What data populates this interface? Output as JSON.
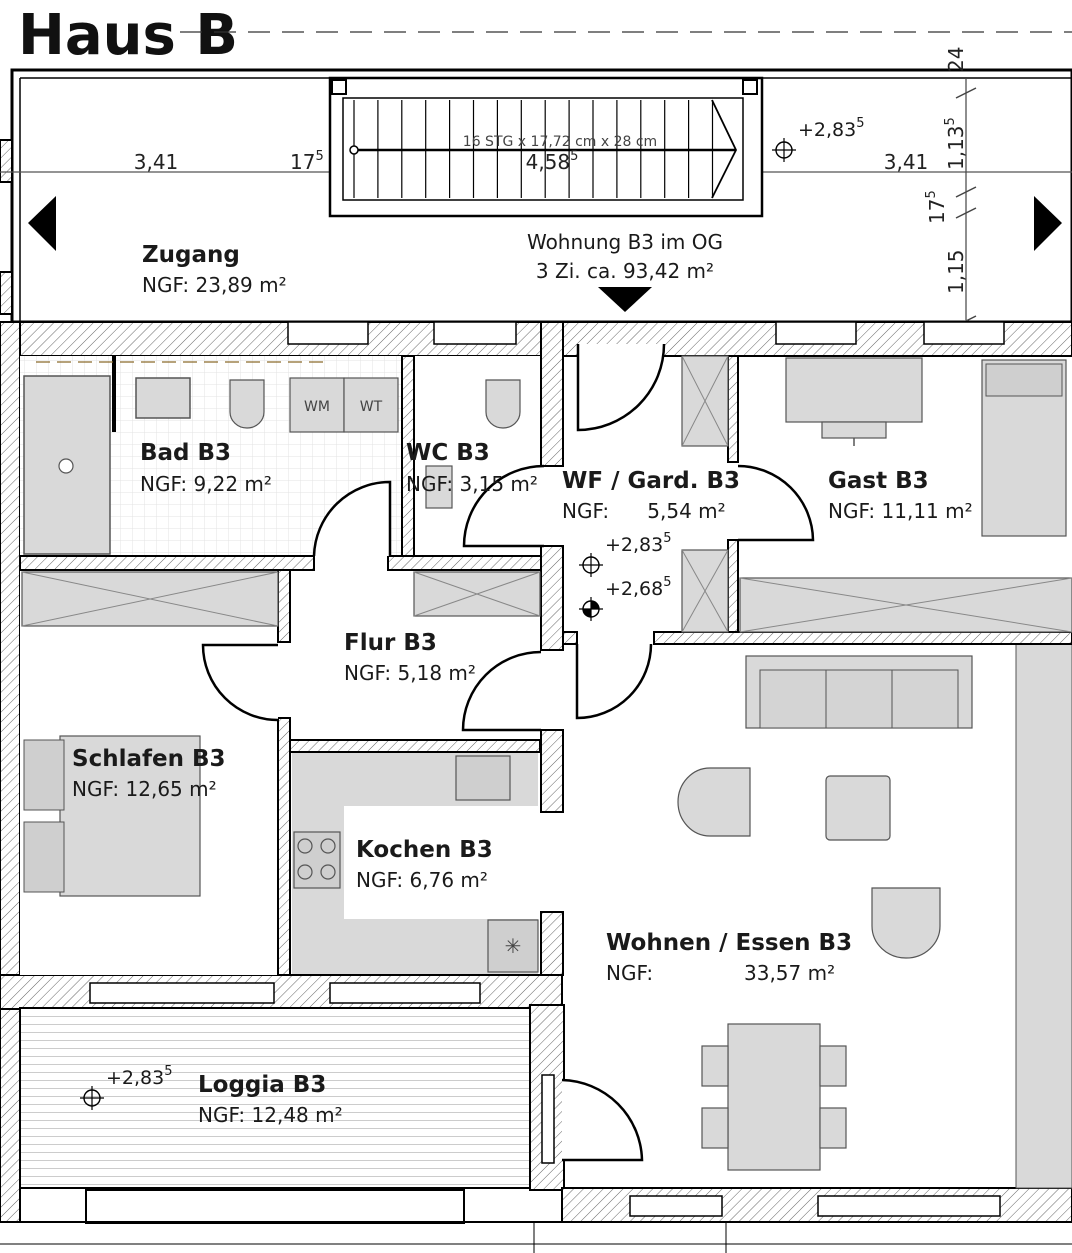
{
  "title": "Haus B",
  "stair": {
    "label": "16 STG x 17,72 cm x 28 cm",
    "width": "4,58",
    "width_sup": "5"
  },
  "dimensions": {
    "left": "3,41",
    "left_gap": "17",
    "left_gap_sup": "5",
    "right": "3,41",
    "v_top": "24",
    "v_mid": "1,13",
    "v_mid_sup": "5",
    "v_gap": "17",
    "v_gap_sup": "5",
    "v_bottom": "1,15"
  },
  "unit": {
    "name": "Wohnung B3 im OG",
    "summary": "3 Zi.  ca. 93,42 m²"
  },
  "levels": {
    "stair_landing": {
      "value": "+2,83",
      "sup": "5"
    },
    "hall_1": {
      "value": "+2,83",
      "sup": "5"
    },
    "hall_2": {
      "value": "+2,68",
      "sup": "5"
    },
    "loggia": {
      "value": "+2,83",
      "sup": "5"
    }
  },
  "rooms": [
    {
      "name": "Zugang",
      "area": "NGF: 23,89 m²"
    },
    {
      "name": "Bad B3",
      "area": "NGF: 9,22 m²"
    },
    {
      "name": "WC B3",
      "area": "NGF: 3,15 m²"
    },
    {
      "name": "WF / Gard. B3",
      "area": "NGF:      5,54 m²"
    },
    {
      "name": "Gast B3",
      "area": "NGF: 11,11 m²"
    },
    {
      "name": "Flur B3",
      "area": "NGF: 5,18 m²"
    },
    {
      "name": "Schlafen B3",
      "area": "NGF: 12,65 m²"
    },
    {
      "name": "Kochen B3",
      "area": "NGF: 6,76 m²"
    },
    {
      "name": "Wohnen / Essen B3",
      "area_prefix": "NGF:",
      "area_value": "33,57 m²"
    },
    {
      "name": "Loggia B3",
      "area": "NGF: 12,48 m²"
    }
  ],
  "fixtures": {
    "washer": "WM",
    "dryer": "WT"
  }
}
